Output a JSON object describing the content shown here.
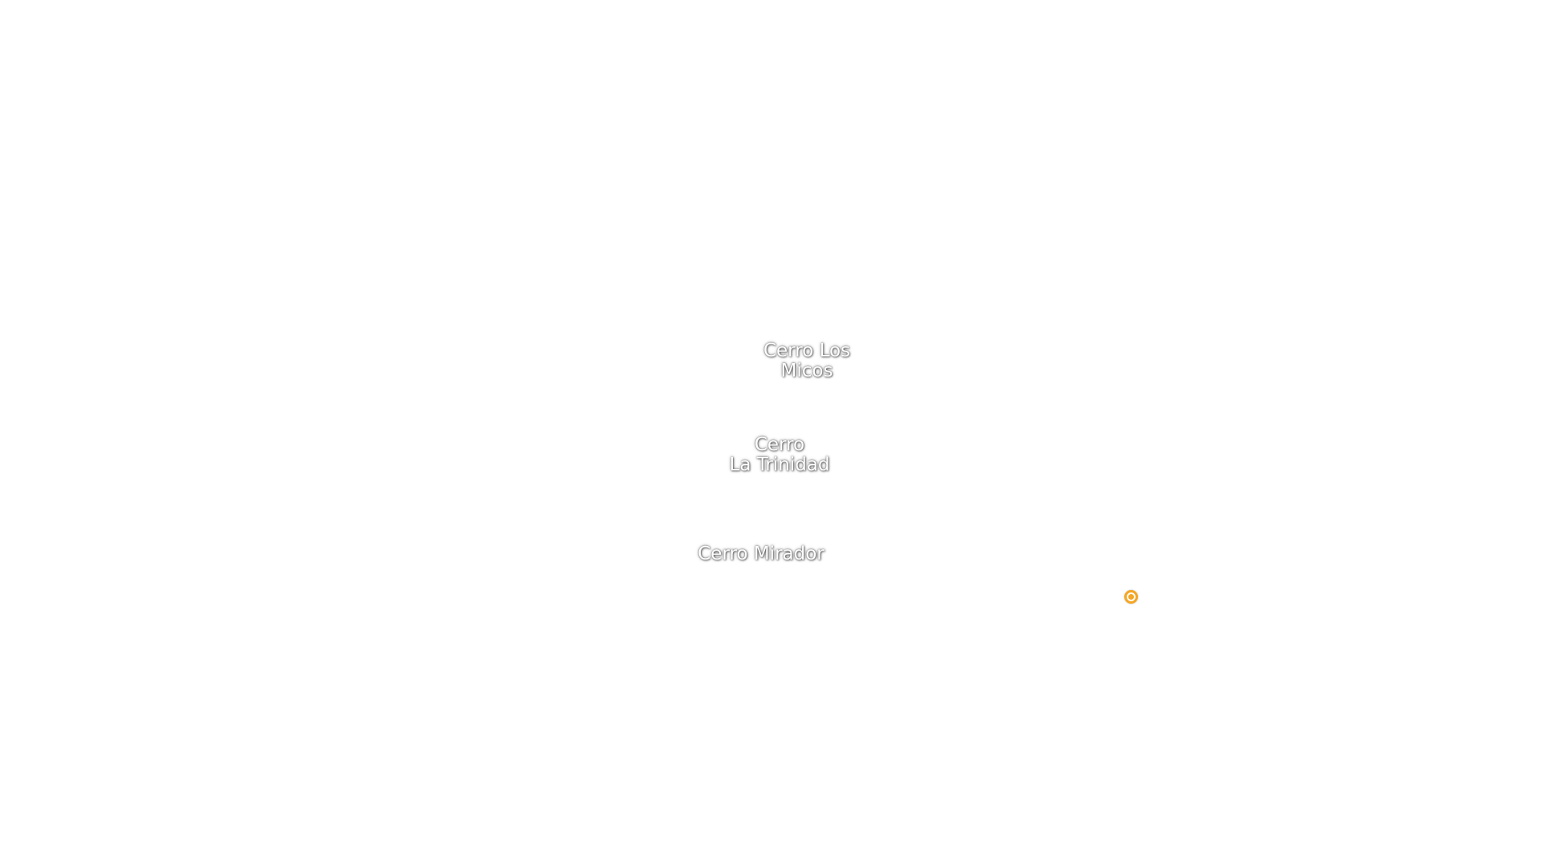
{
  "map": {
    "background_color": "#ffffff",
    "label_color": "#ffffff",
    "labels": [
      {
        "id": "los-micos",
        "text": "Cerro Los\nMicos"
      },
      {
        "id": "la-trinidad",
        "text": "Cerro\nLa Trinidad"
      },
      {
        "id": "mirador",
        "text": "Cerro Mirador"
      }
    ],
    "poi_marker": {
      "icon": "location-dot-icon",
      "color": "#f5a623"
    }
  }
}
